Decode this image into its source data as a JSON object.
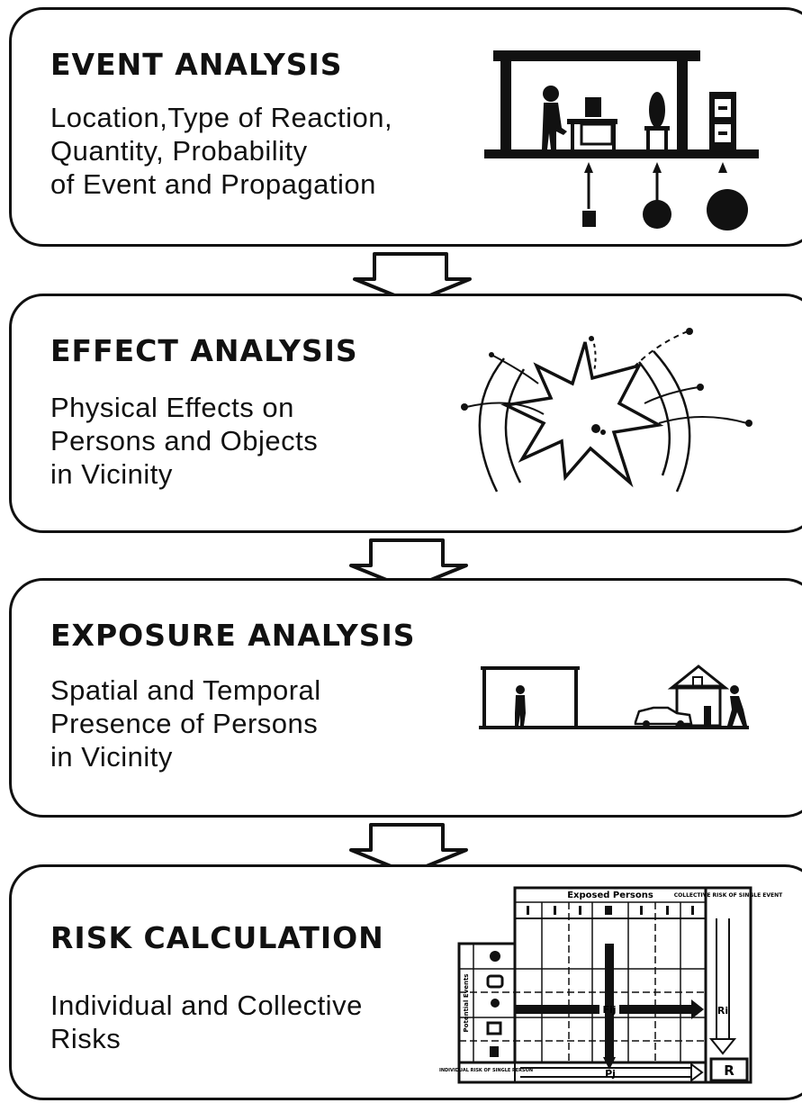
{
  "stages": [
    {
      "title": "EVENT ANALYSIS",
      "lines": [
        "Location,Type of Reaction,",
        "Quantity, Probability",
        "of Event and Propagation"
      ]
    },
    {
      "title": "EFFECT ANALYSIS",
      "lines": [
        "Physical Effects on",
        "Persons and Objects",
        "in Vicinity"
      ]
    },
    {
      "title": "EXPOSURE ANALYSIS",
      "lines": [
        "Spatial and Temporal",
        "Presence of Persons",
        "in Vicinity"
      ]
    },
    {
      "title": "RISK CALCULATION",
      "lines": [
        "Individual and Collective",
        "Risks"
      ]
    }
  ],
  "risk_table": {
    "header": "Exposed Persons",
    "side_label": "Potential Events",
    "right_label": "COLLECTIVE RISK OF SINGLE EVENT",
    "bottom_left_label": "INDIVIDUAL RISK OF SINGLE PERSON",
    "cell_label": "Fij",
    "row_label": "Ri",
    "col_label": "Pj",
    "total_label": "R"
  }
}
